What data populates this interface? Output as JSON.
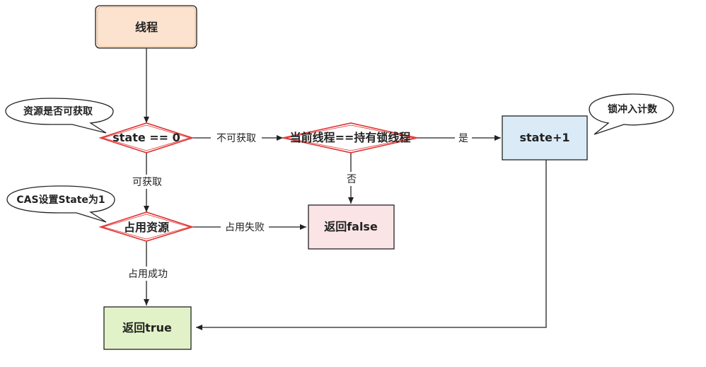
{
  "nodes": {
    "thread": "线程",
    "state_check": "state == 0",
    "current_thread_check": "当前线程==持有锁线程",
    "state_plus_one": "state+1",
    "occupy_resource": "占用资源",
    "return_false": "返回false",
    "return_true": "返回true"
  },
  "edges": {
    "cannot_acquire": "不可获取",
    "yes": "是",
    "no": "否",
    "can_acquire": "可获取",
    "occupy_failed": "占用失败",
    "occupy_success": "占用成功"
  },
  "callouts": {
    "resource_available": "资源是否可获取",
    "cas_set_state": "CAS设置State为1",
    "lock_reentry_count": "锁冲入计数"
  },
  "colors": {
    "thread_fill": "#fbe3cf",
    "thread_stroke": "#e8b98f",
    "diamond_stroke": "#e03131",
    "state_plus_fill": "#dbeaf7",
    "return_false_fill": "#fbe4e6",
    "return_true_fill": "#e2f2c8",
    "line": "#222222"
  }
}
